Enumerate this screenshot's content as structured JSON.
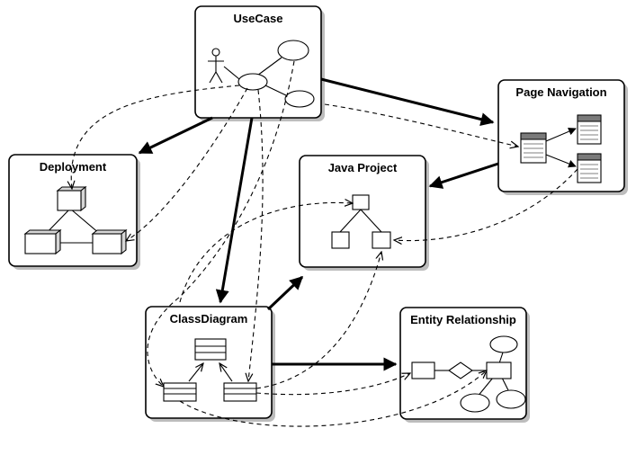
{
  "nodes": {
    "usecase": {
      "title": "UseCase"
    },
    "page_navigation": {
      "title": "Page Navigation"
    },
    "deployment": {
      "title": "Deployment"
    },
    "java_project": {
      "title": "Java Project"
    },
    "class_diagram": {
      "title": "ClassDiagram"
    },
    "entity_relationship": {
      "title": "Entity Relationship"
    }
  }
}
